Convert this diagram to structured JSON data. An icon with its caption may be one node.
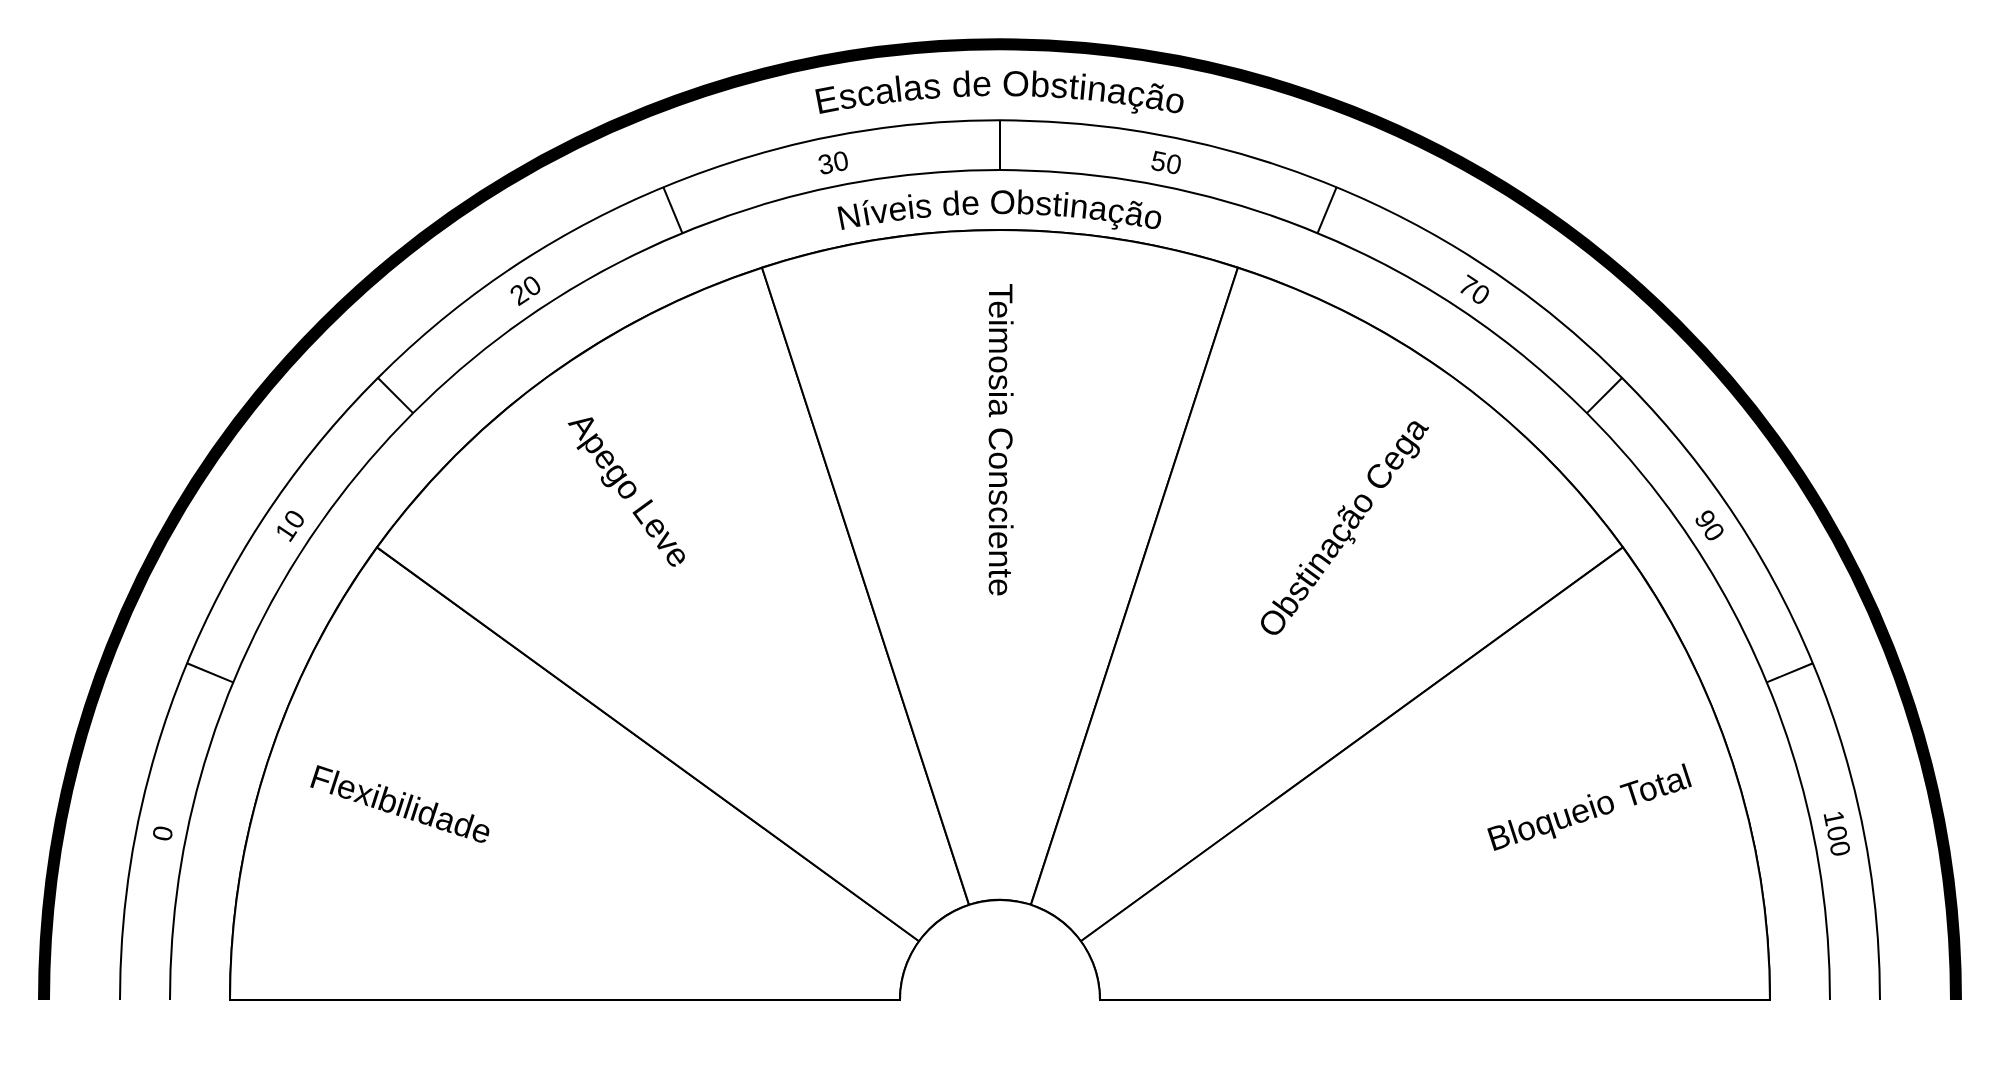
{
  "diagram": {
    "nodes": [
      {
        "text": [
          "Flexibilidade"
        ]
      },
      {
        "text": [
          "Apego Leve"
        ]
      },
      {
        "text": [
          "Teimosia Consciente"
        ]
      },
      {
        "text": [
          "Obstinação Cega"
        ]
      },
      {
        "text": [
          "Bloqueio Total"
        ]
      }
    ],
    "edges": [],
    "labels": [
      "Escalas de Obstinação",
      "0",
      "10",
      "20",
      "30",
      "50",
      "70",
      "90",
      "100",
      "Níveis de Obstinação"
    ]
  }
}
